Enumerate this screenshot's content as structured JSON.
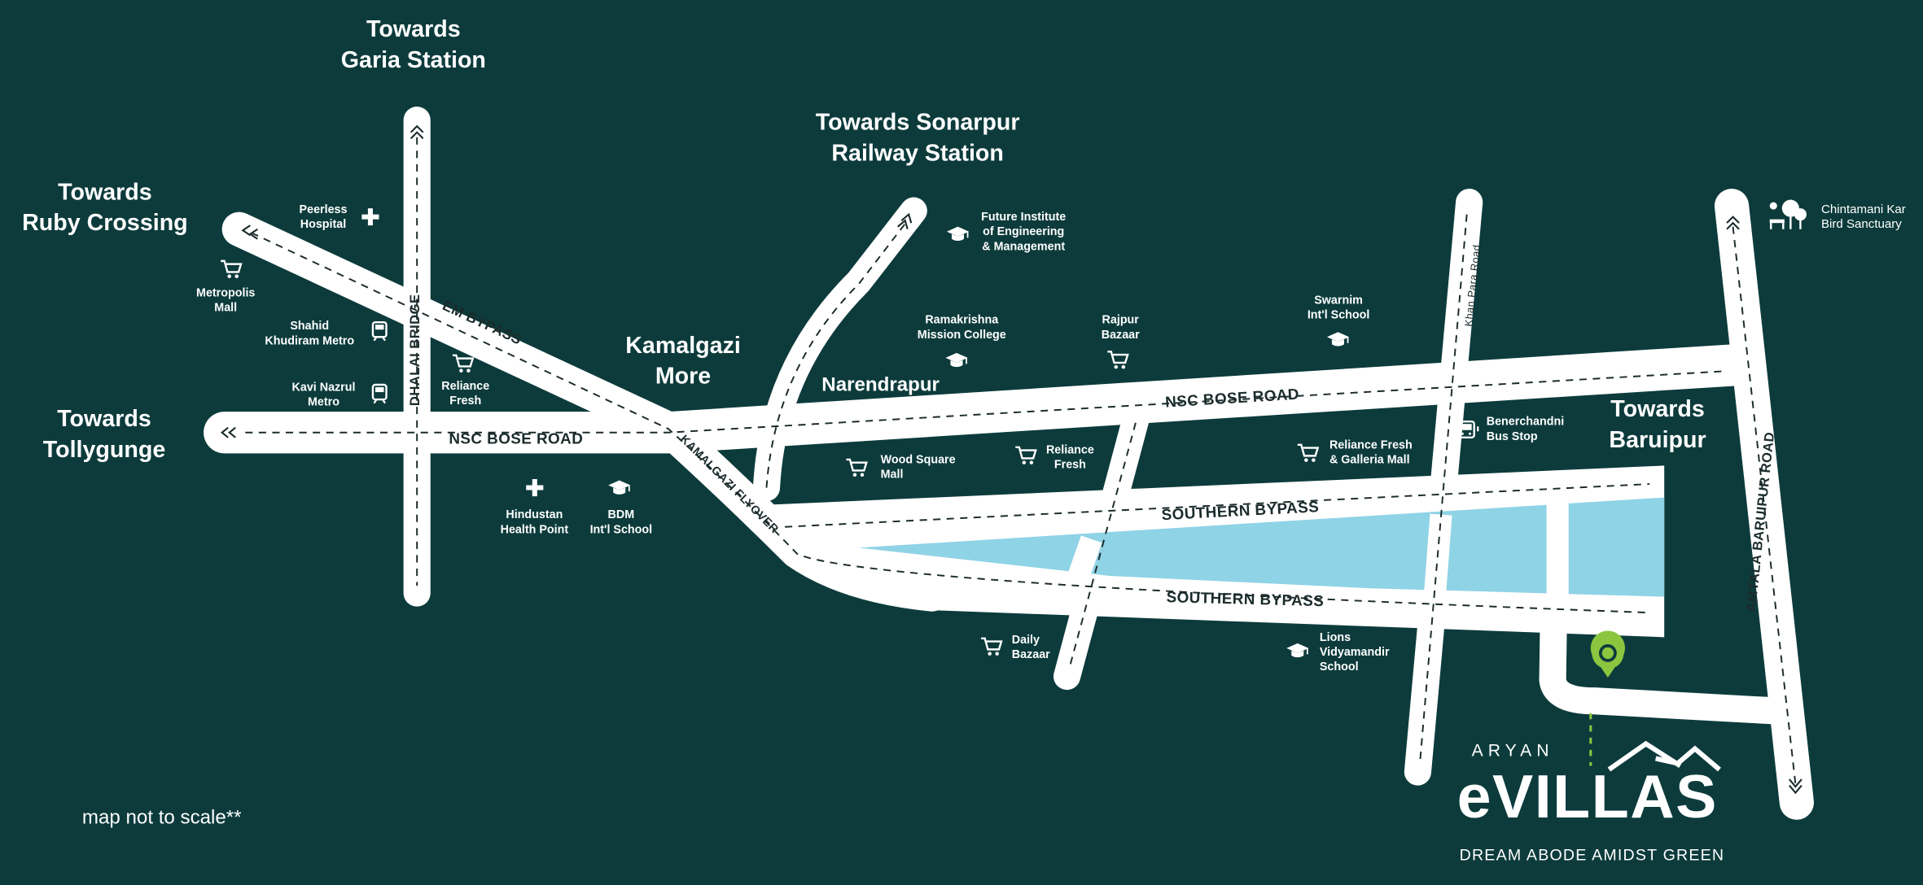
{
  "colors": {
    "background": "#0d3b3c",
    "road": "#ffffff",
    "water": "#8fd3e6",
    "pin": "#8cc63f"
  },
  "directions": {
    "garia": [
      "Towards",
      "Garia Station"
    ],
    "ruby": [
      "Towards",
      "Ruby Crossing"
    ],
    "tollygunge": [
      "Towards",
      "Tollygunge"
    ],
    "sonarpur": [
      "Towards Sonarpur",
      "Railway Station"
    ],
    "baruipur": [
      "Towards",
      "Baruipur"
    ],
    "kamalgazi": [
      "Kamalgazi",
      "More"
    ],
    "narendrapur": "Narendrapur"
  },
  "roads": {
    "nsc_left": "NSC BOSE ROAD",
    "nsc_right": "NSC BOSE ROAD",
    "em_bypass": "EM BYPASS",
    "dhalai": "DHALAI BRIDGE",
    "flyover": "KAMALGAZI FLYOVER",
    "southern_upper": "SOUTHERN BYPASS",
    "southern_lower": "SOUTHERN BYPASS",
    "khan_para": "Khan Para Road",
    "amtala": "AMTALA BARUIPUR ROAD"
  },
  "pois": [
    {
      "label": [
        "Peerless",
        "Hospital"
      ],
      "icon": "hospital-icon"
    },
    {
      "label": [
        "Metropolis",
        "Mall"
      ],
      "icon": "cart-icon"
    },
    {
      "label": [
        "Shahid",
        "Khudiram Metro"
      ],
      "icon": "metro-icon"
    },
    {
      "label": [
        "Kavi Nazrul",
        "Metro"
      ],
      "icon": "metro-icon"
    },
    {
      "label": [
        "Reliance",
        "Fresh"
      ],
      "icon": "cart-icon"
    },
    {
      "label": [
        "Hindustan",
        "Health Point"
      ],
      "icon": "hospital-icon"
    },
    {
      "label": [
        "BDM",
        "Int'l School"
      ],
      "icon": "school-icon"
    },
    {
      "label": [
        "Future Institute",
        "of Engineering",
        "& Management"
      ],
      "icon": "school-icon"
    },
    {
      "label": [
        "Ramakrishna",
        "Mission College"
      ],
      "icon": "school-icon"
    },
    {
      "label": [
        "Rajpur",
        "Bazaar"
      ],
      "icon": "cart-icon"
    },
    {
      "label": [
        "Swarnim",
        "Int'l School"
      ],
      "icon": "school-icon"
    },
    {
      "label": [
        "Wood Square",
        "Mall"
      ],
      "icon": "cart-icon"
    },
    {
      "label": [
        "Reliance",
        "Fresh"
      ],
      "icon": "cart-icon"
    },
    {
      "label": [
        "Reliance Fresh",
        "& Galleria Mall"
      ],
      "icon": "cart-icon"
    },
    {
      "label": [
        "Benerchandni",
        "Bus Stop"
      ],
      "icon": "bus-icon"
    },
    {
      "label": [
        "Daily",
        "Bazaar"
      ],
      "icon": "cart-icon"
    },
    {
      "label": [
        "Lions",
        "Vidyamandir",
        "School"
      ],
      "icon": "school-icon"
    },
    {
      "label": [
        "Chintamani Kar",
        "Bird Sanctuary"
      ],
      "icon": "park-icon"
    }
  ],
  "logo": {
    "brand": "ARYAN",
    "name": "eVILLAS",
    "tagline": "DREAM ABODE AMIDST GREEN"
  },
  "note": "map not to scale**"
}
